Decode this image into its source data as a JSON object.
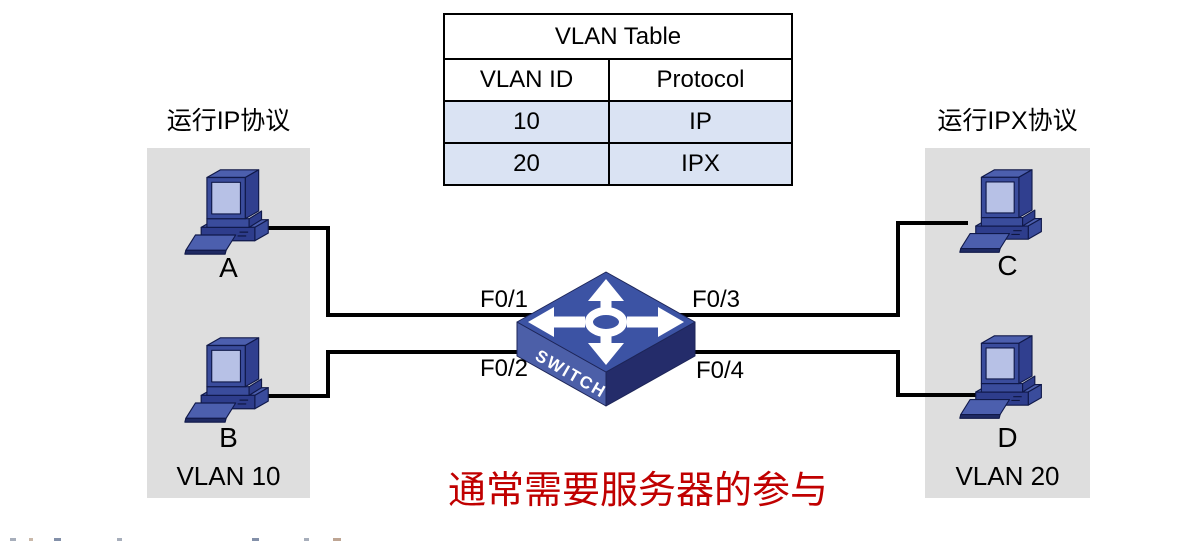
{
  "vlan_table": {
    "title": "VLAN Table",
    "columns": [
      "VLAN ID",
      "Protocol"
    ],
    "rows": [
      [
        "10",
        "IP"
      ],
      [
        "20",
        "IPX"
      ]
    ]
  },
  "left_group": {
    "title": "运行IP协议",
    "vlan_label": "VLAN 10",
    "hosts": [
      {
        "label": "A"
      },
      {
        "label": "B"
      }
    ]
  },
  "right_group": {
    "title": "运行IPX协议",
    "vlan_label": "VLAN 20",
    "hosts": [
      {
        "label": "C"
      },
      {
        "label": "D"
      }
    ]
  },
  "switch": {
    "label": "SWITCH",
    "ports": [
      {
        "name": "F0/1"
      },
      {
        "name": "F0/2"
      },
      {
        "name": "F0/3"
      },
      {
        "name": "F0/4"
      }
    ]
  },
  "caption": "通常需要服务器的参与",
  "colors": {
    "table_row_fill": "#dae3f3",
    "panel_fill": "#dedede",
    "caption_red": "#c00000",
    "switch_top": "#3c53a4",
    "switch_left_face": "#4c5fa8",
    "switch_right_face": "#242c6a",
    "pc_body_blue": "#3a4c9c",
    "pc_screen": "#b7c1e6",
    "wire": "#000000"
  }
}
